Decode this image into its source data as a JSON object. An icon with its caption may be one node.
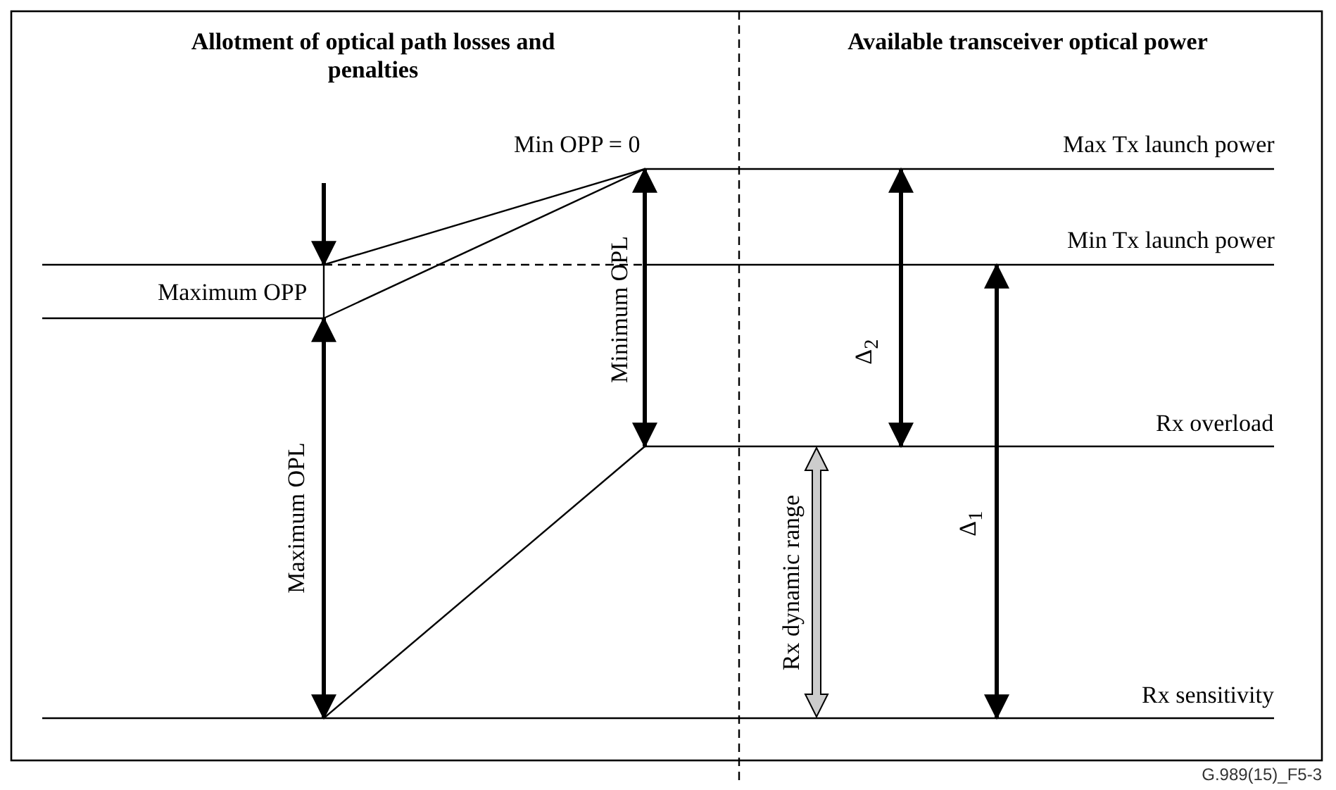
{
  "diagram": {
    "caption": "G.989(15)_F5-3",
    "labels": [
      "Allotment of optical path losses and penalties",
      "Available transceiver optical power",
      "Min OPP = 0",
      "Max Tx launch power",
      "Min Tx launch power",
      "Maximum OPP",
      "Minimum OPL",
      "Δ$_{2}$",
      "Rx overload",
      "Maximum OPL",
      "Rx dynamic range",
      "Δ$_{1}$",
      "Rx sensitivity"
    ]
  }
}
